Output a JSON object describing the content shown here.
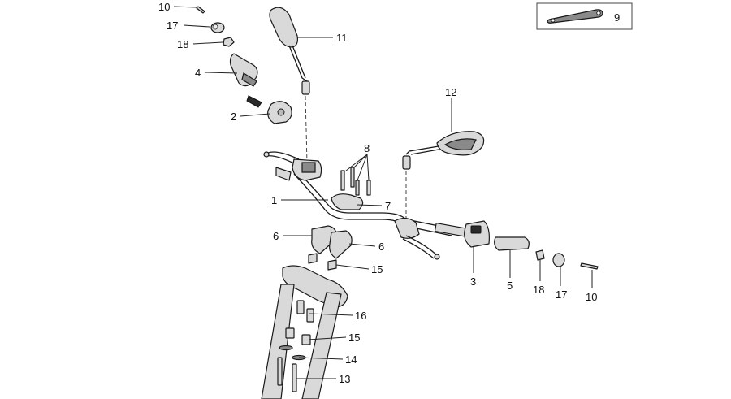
{
  "diagram": {
    "callouts": [
      {
        "id": "c10a",
        "label": "10"
      },
      {
        "id": "c17a",
        "label": "17"
      },
      {
        "id": "c18a",
        "label": "18"
      },
      {
        "id": "c4",
        "label": "4"
      },
      {
        "id": "c2",
        "label": "2"
      },
      {
        "id": "c11",
        "label": "11"
      },
      {
        "id": "c12",
        "label": "12"
      },
      {
        "id": "c8",
        "label": "8"
      },
      {
        "id": "c1",
        "label": "1"
      },
      {
        "id": "c7",
        "label": "7"
      },
      {
        "id": "c6a",
        "label": "6"
      },
      {
        "id": "c6b",
        "label": "6"
      },
      {
        "id": "c15a",
        "label": "15"
      },
      {
        "id": "c16",
        "label": "16"
      },
      {
        "id": "c15b",
        "label": "15"
      },
      {
        "id": "c14",
        "label": "14"
      },
      {
        "id": "c13",
        "label": "13"
      },
      {
        "id": "c3",
        "label": "3"
      },
      {
        "id": "c5",
        "label": "5"
      },
      {
        "id": "c18b",
        "label": "18"
      },
      {
        "id": "c17b",
        "label": "17"
      },
      {
        "id": "c10b",
        "label": "10"
      },
      {
        "id": "c9",
        "label": "9"
      }
    ]
  }
}
